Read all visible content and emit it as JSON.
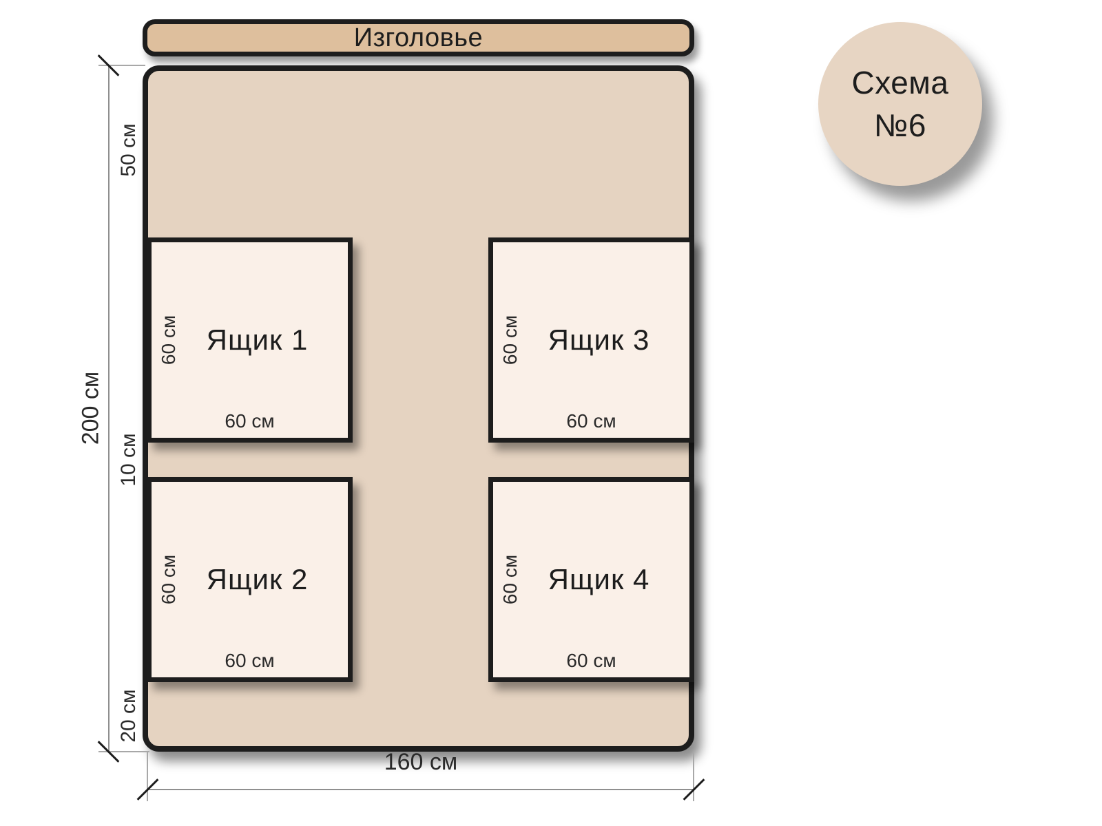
{
  "badge": {
    "title_line1": "Схема",
    "title_line2": "№6"
  },
  "headboard": {
    "label": "Изголовье"
  },
  "bed": {
    "drawers": [
      {
        "name": "Ящик 1",
        "height_label": "60 см",
        "width_label": "60 см"
      },
      {
        "name": "Ящик 2",
        "height_label": "60 см",
        "width_label": "60 см"
      },
      {
        "name": "Ящик 3",
        "height_label": "60 см",
        "width_label": "60 см"
      },
      {
        "name": "Ящик 4",
        "height_label": "60 см",
        "width_label": "60 см"
      }
    ]
  },
  "dimensions": {
    "overall_height": "200 см",
    "head_offset": "50 см",
    "between_rows": "10 см",
    "foot_offset": "20 см",
    "overall_width": "160 см"
  },
  "colors": {
    "headboard-fill": "#debf9d",
    "bed-fill": "#e5d3c1",
    "drawer-fill": "#faf0e8",
    "badge-fill": "#e7d5c3",
    "ink": "#1d1d1d",
    "dim-line": "#8f8f8f",
    "dim-text": "#2a2a2a"
  }
}
